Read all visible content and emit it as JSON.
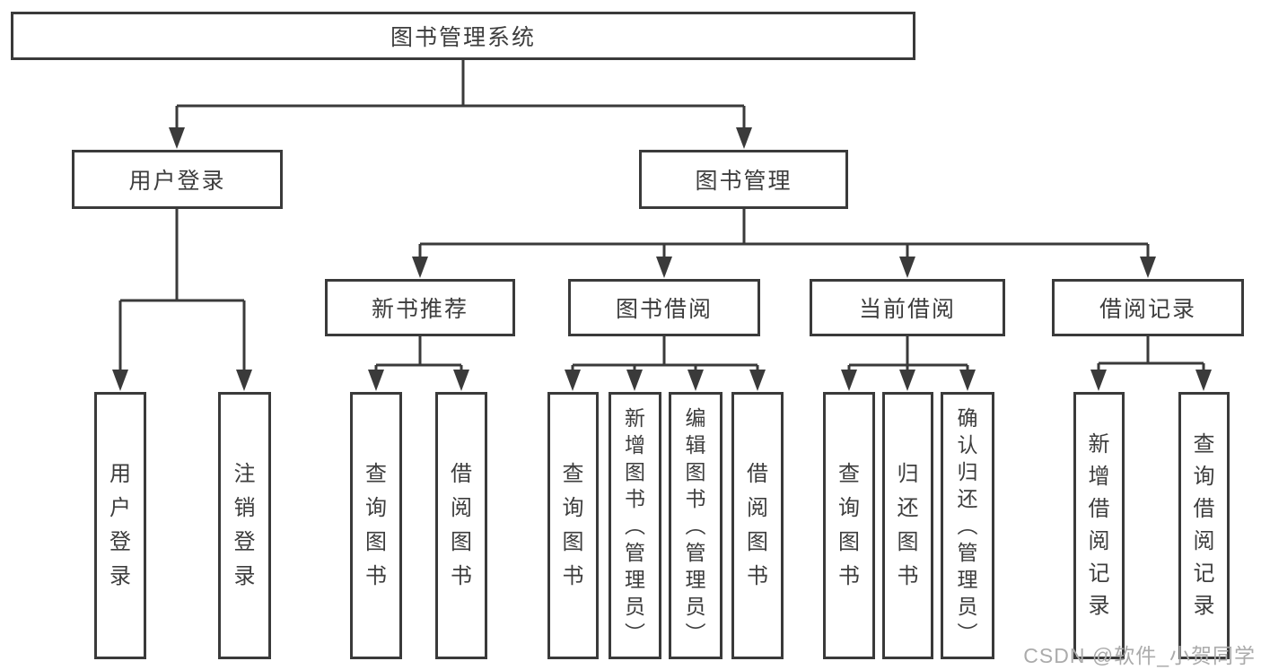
{
  "colors": {
    "line": "#3a3a3a",
    "text": "#3d3d3d",
    "background": "#ffffff",
    "watermark": "#ababab"
  },
  "root": {
    "label": "图书管理系统"
  },
  "level2": [
    {
      "label": "用户登录"
    },
    {
      "label": "图书管理"
    }
  ],
  "level3": [
    {
      "label": "新书推荐"
    },
    {
      "label": "图书借阅"
    },
    {
      "label": "当前借阅"
    },
    {
      "label": "借阅记录"
    }
  ],
  "leaves": [
    {
      "label": "用户登录"
    },
    {
      "label": "注销登录"
    },
    {
      "label": "查询图书"
    },
    {
      "label": "借阅图书"
    },
    {
      "label": "查询图书"
    },
    {
      "label": "新增图书（管理员）"
    },
    {
      "label": "编辑图书（管理员）"
    },
    {
      "label": "借阅图书"
    },
    {
      "label": "查询图书"
    },
    {
      "label": "归还图书"
    },
    {
      "label": "确认归还（管理员）"
    },
    {
      "label": "新增借阅记录"
    },
    {
      "label": "查询借阅记录"
    }
  ],
  "watermark": "CSDN @软件_小贺同学"
}
